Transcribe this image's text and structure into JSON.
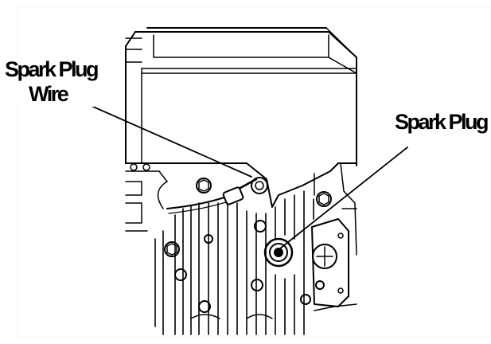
{
  "labels": {
    "spark_plug_wire_line1": "Spark Plug",
    "spark_plug_wire_line2": "Wire",
    "spark_plug": "Spark Plug"
  },
  "colors": {
    "line": "#000000",
    "background": "#ffffff",
    "frame": "#f2f2f2"
  }
}
